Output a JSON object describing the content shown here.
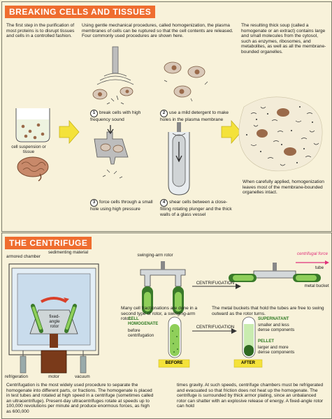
{
  "panel1": {
    "title": "BREAKING CELLS AND TISSUES",
    "intro": "The first step in the purification of most proteins is to disrupt tissues and cells in a controlled fashion.",
    "methods_intro": "Using gentle mechanical procedures, called homogenization, the plasma membranes of cells can be ruptured so that the cell contents are released. Four commonly used procedures are shown here.",
    "result": "The resulting thick soup (called a homogenate or an extract) contains large and small molecules from the cytosol, such as enzymes, ribosomes, and metabolites, as well as all the membrane-bounded organelles.",
    "conclusion": "When carefully applied, homogenization leaves most of the membrane-bounded organelles intact.",
    "suspension_label": "cell suspension or tissue",
    "steps": [
      {
        "num": "1",
        "text": "break cells with high frequency sound"
      },
      {
        "num": "2",
        "text": "use a mild detergent to make holes in the plasma membrane"
      },
      {
        "num": "3",
        "text": "force cells through a small hole using high pressure"
      },
      {
        "num": "4",
        "text": "shear cells between a close-fitting rotating plunger and the thick walls of a glass vessel"
      }
    ]
  },
  "panel2": {
    "title": "THE CENTRIFUGE",
    "labels": {
      "armored_chamber": "armored chamber",
      "sedimenting_material": "sedimenting material",
      "rotor": "fixed-angle rotor",
      "refrigeration": "refrigeration",
      "vacuum": "vacuum",
      "motor": "motor",
      "swinging_rotor": "swinging-arm rotor",
      "centrifugal_force": "centrifugal force",
      "tube": "tube",
      "metal_bucket": "metal bucket",
      "centrifugation": "CENTRIFUGATION",
      "cell_homogenate": "CELL HOMOGENATE",
      "before_centrifugation": "before centrifugation",
      "before": "BEFORE",
      "after": "AFTER",
      "supernatant": "SUPERNATANT",
      "supernatant_desc": "smaller and less dense components",
      "pellet": "PELLET",
      "pellet_desc": "larger and more dense components"
    },
    "swing_text_left": "Many cell fractionations are done in a second type of rotor, a swinging-arm rotor.",
    "swing_text_right": "The metal buckets that hold the tubes are free to swing outward as the rotor turns.",
    "body_left": "Centrifugation is the most widely used procedure to separate the homogenate into different parts, or fractions. The homogenate is placed in test tubes and rotated at high speed in a centrifuge (sometimes called an ultracentrifuge). Present-day ultracentrifuges rotate at speeds up to 100,000 revolutions per minute and produce enormous forces, as high as 600,000",
    "body_right": "times gravity. At such speeds, centrifuge chambers must be refrigerated and evacuated so that friction does not heat up the homogenate. The centrifuge is surrounded by thick armor plating, since an unbalanced rotor can shatter with an explosive release of energy. A fixed-angle rotor can hold"
  },
  "colors": {
    "title_bg": "#ef6d2f",
    "arrow_yellow": "#f4e23a",
    "tube_green": "#8fcf5a",
    "cell_brown": "#9a6a4a",
    "pink_force": "#e0307a"
  }
}
